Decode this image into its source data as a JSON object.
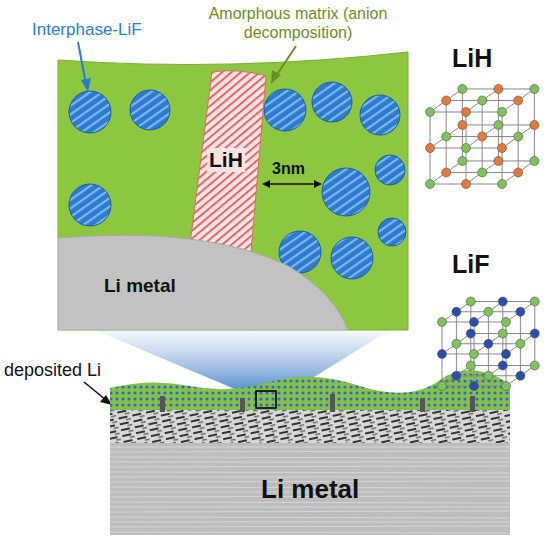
{
  "diagram": {
    "nodes": [
      {
        "text": [
          "LiH"
        ]
      },
      {
        "text": [
          "Li metal"
        ]
      },
      {
        "text": [
          "Li metal"
        ]
      }
    ],
    "labels": [
      "Interphase-LiF",
      "Amorphous matrix (anion decomposition)",
      "3nm",
      "LiH",
      "LiF",
      "deposited Li"
    ]
  }
}
